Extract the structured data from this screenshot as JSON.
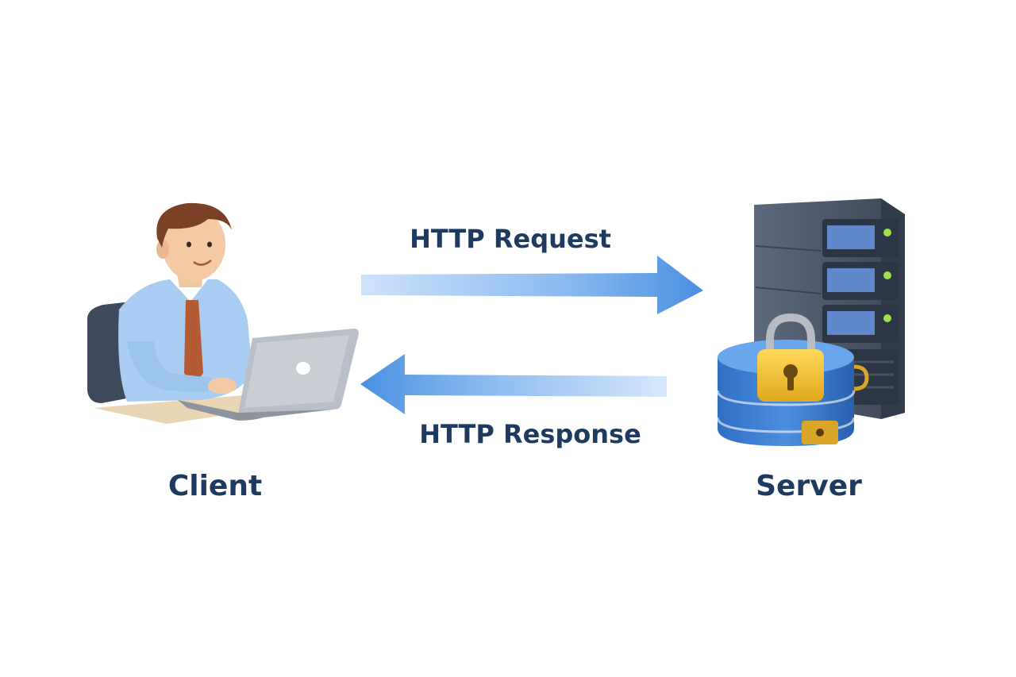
{
  "request_label": "HTTP Request",
  "response_label": "HTTP Response",
  "client_label": "Client",
  "server_label": "Server",
  "icons": {
    "client": "person-laptop-icon",
    "server": "server-rack-icon",
    "database": "database-icon",
    "lock": "padlock-icon"
  },
  "colors": {
    "text": "#1f3a5f",
    "arrow": "#4a90e2",
    "server_body": "#4a5566",
    "database": "#2f6fc4",
    "lock": "#f2c12e"
  }
}
